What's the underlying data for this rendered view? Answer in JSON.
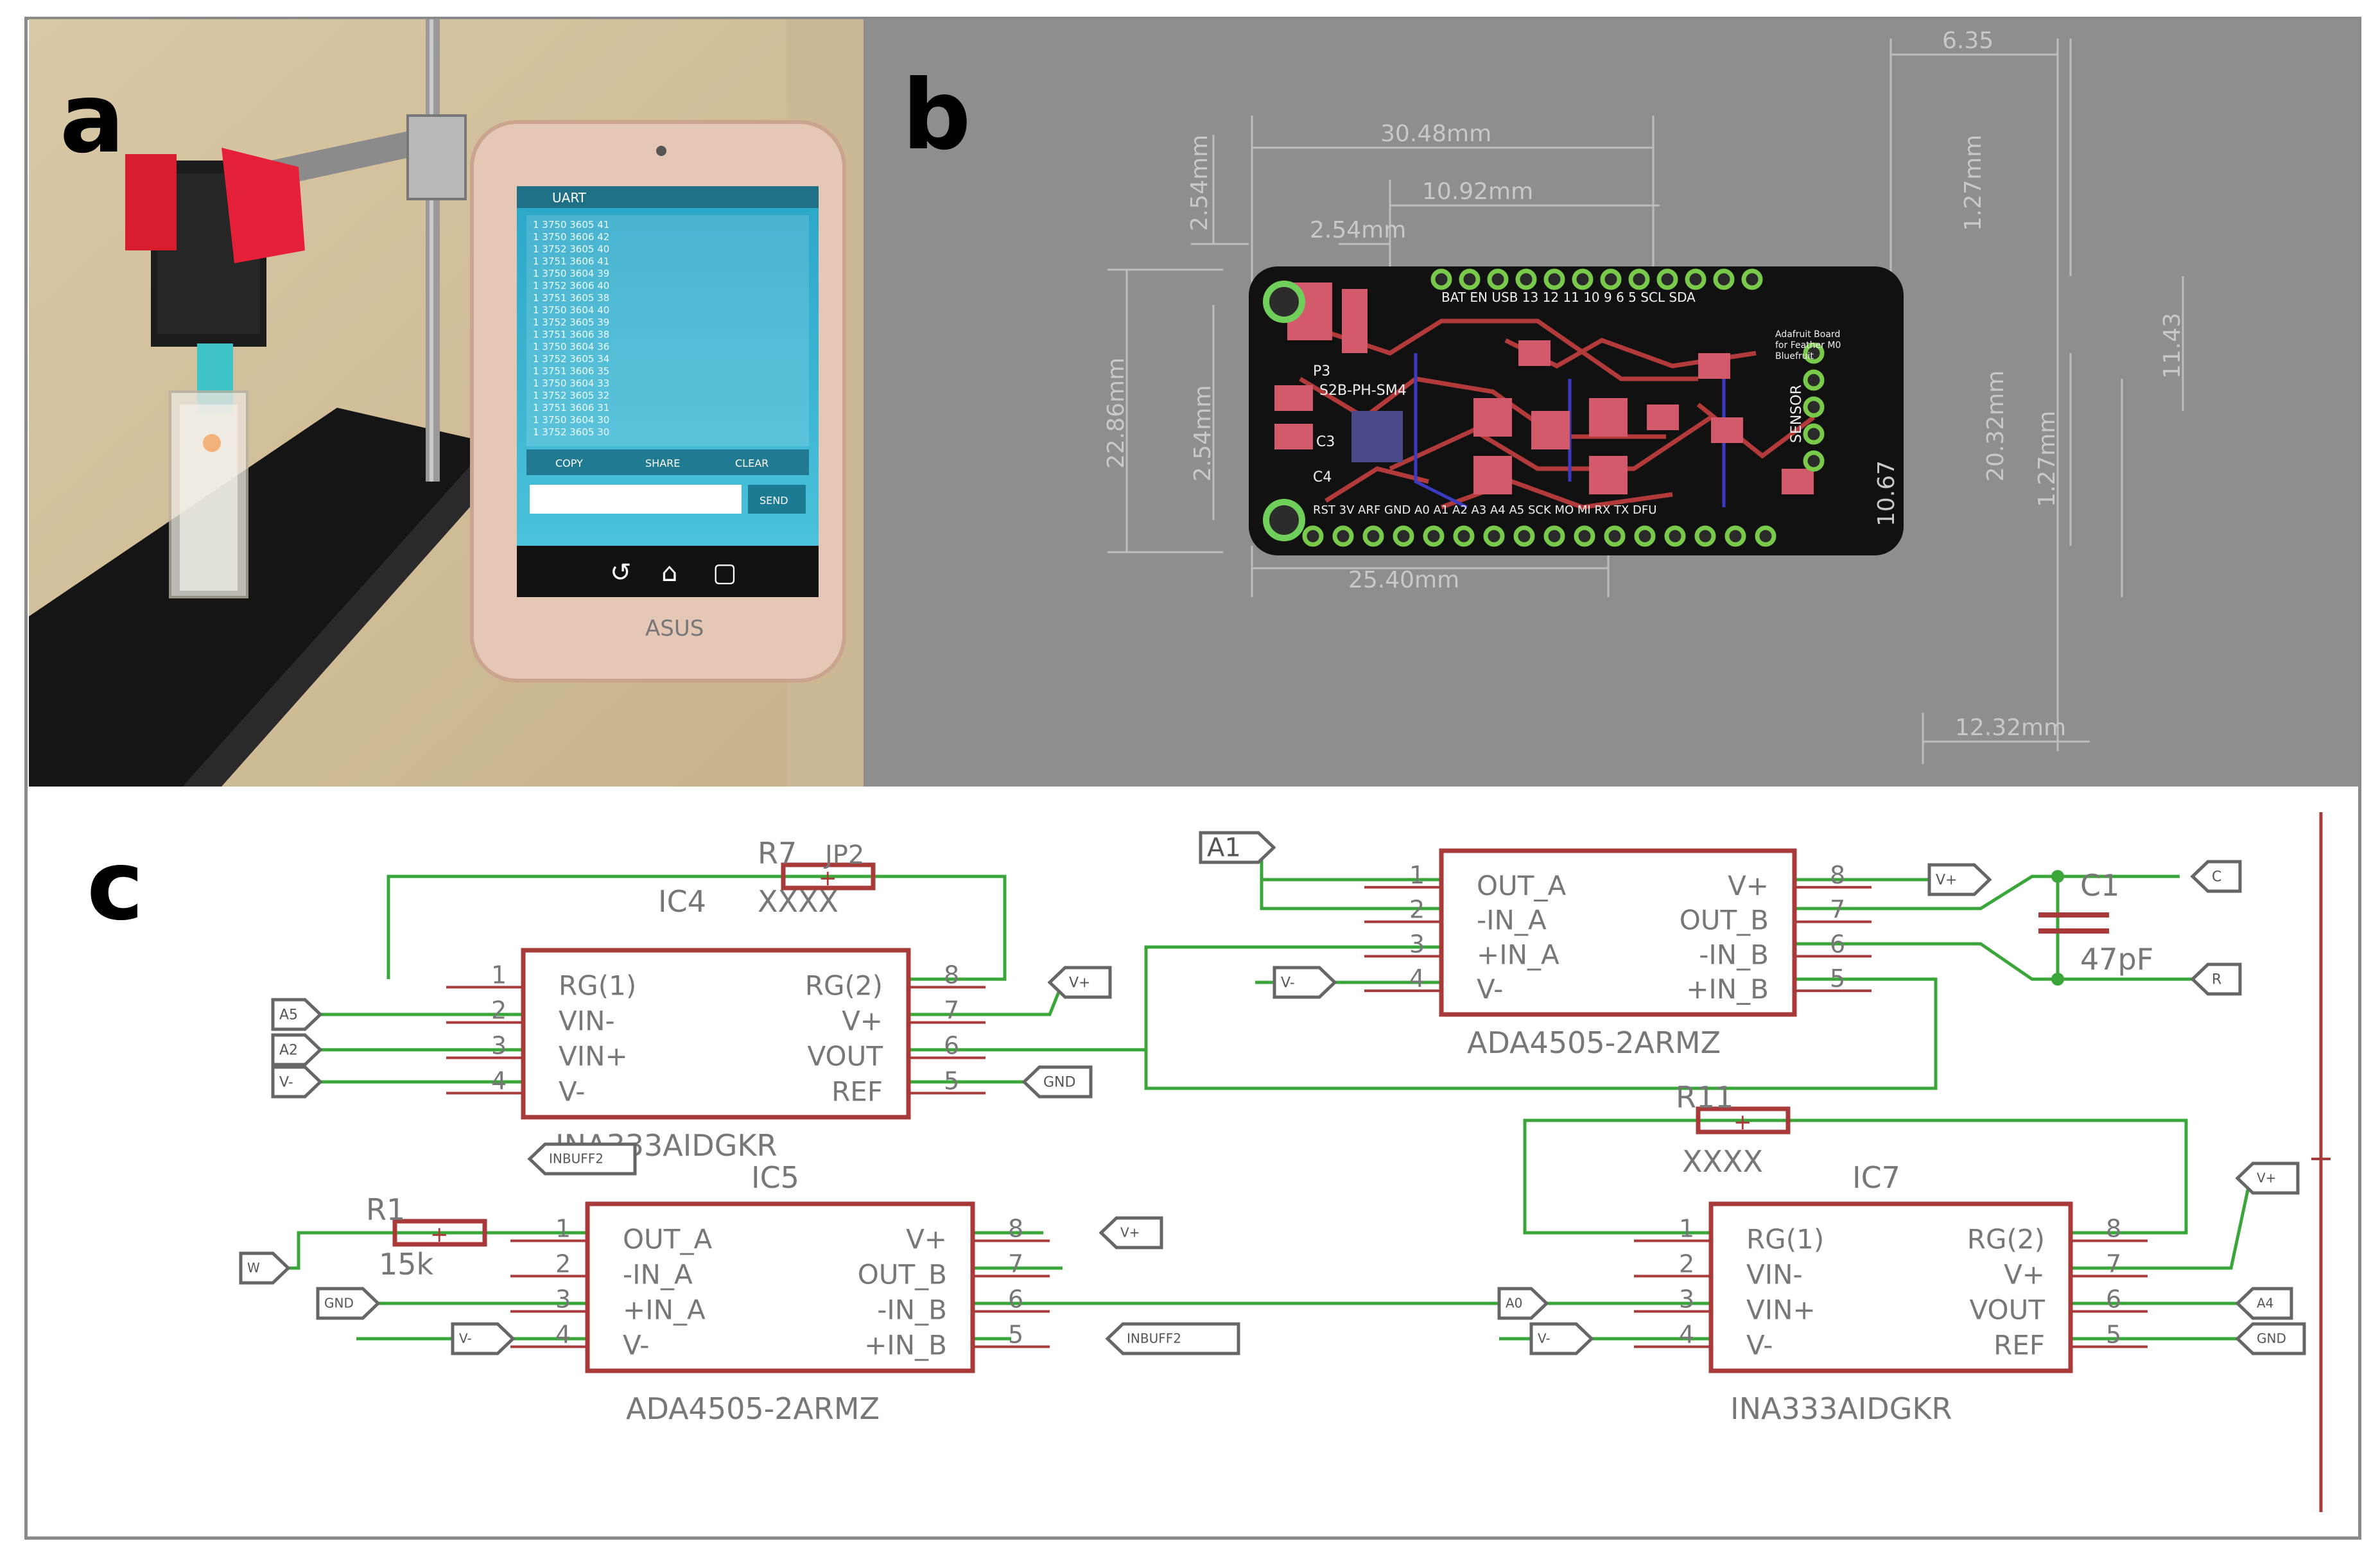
{
  "panels": {
    "a": "a",
    "b": "b",
    "c": "c"
  },
  "photo": {
    "phone_brand": "ASUS",
    "app_title": "UART",
    "buttons": [
      "COPY",
      "SHARE",
      "CLEAR"
    ],
    "send_label": "SEND",
    "readings": [
      "1 3750 3605 41",
      "1 3750 3606 42",
      "1 3752 3605 40",
      "1 3751 3606 41",
      "1 3750 3604 39",
      "1 3752 3606 40",
      "1 3751 3605 38",
      "1 3750 3604 40",
      "1 3752 3605 39",
      "1 3751 3606 38",
      "1 3750 3604 36",
      "1 3752 3605 34",
      "1 3751 3606 35",
      "1 3750 3604 33",
      "1 3752 3605 32",
      "1 3751 3606 31",
      "1 3750 3604 30",
      "1 3752 3605 30"
    ]
  },
  "pcb": {
    "dimensions": {
      "d_30_48": "30.48mm",
      "d_10_92": "10.92mm",
      "d_2_54_top": "2.54mm",
      "d_6_35": "6.35",
      "d_2_54_left": "2.54mm",
      "d_1_27_top": "1.27mm",
      "d_22_86": "22.86mm",
      "d_2_54_mid": "2.54mm",
      "d_11_43": "11.43",
      "d_20_32": "20.32mm",
      "d_1_27_bot": "1.27mm",
      "d_10_67": "10.67",
      "d_25_40": "25.40mm",
      "d_12_32": "12.32mm"
    },
    "board_labels": {
      "top_pins": "BAT  EN  USB  13  12  11  10  9  6  5  SCL  SDA",
      "bottom_pins": "RST  3V  ARF  GND  A0  A1  A2  A3  A4  A5  SCK  MO  MI  RX  TX  DFU",
      "sensor": "SENSOR",
      "p3": "P3",
      "c4": "C4",
      "c3": "C3",
      "jst": "S2B-PH-SM4",
      "brand_1": "Adafruit Board",
      "brand_2": "for Feather M0",
      "brand_3": "Bluefruit"
    }
  },
  "schematic": {
    "ic4": {
      "ref": "IC4",
      "part": "INA333AIDGKR",
      "left_pins": [
        "RG(1)",
        "VIN-",
        "VIN+",
        "V-"
      ],
      "right_pins": [
        "RG(2)",
        "V+",
        "VOUT",
        "REF"
      ],
      "left_nums": [
        "1",
        "2",
        "3",
        "4"
      ],
      "right_nums": [
        "8",
        "7",
        "6",
        "5"
      ],
      "r_ref": "R7",
      "r_val": "XXXX",
      "jp_label": "JP2"
    },
    "ic4_nets": {
      "a5": "A5",
      "a2": "A2",
      "vminus": "V-",
      "vplus": "V+",
      "gnd": "GND"
    },
    "top_amp": {
      "part": "ADA4505-2ARMZ",
      "left_pins": [
        "OUT_A",
        "-IN_A",
        "+IN_A",
        "V-"
      ],
      "right_pins": [
        "V+",
        "OUT_B",
        "-IN_B",
        "+IN_B"
      ],
      "left_nums": [
        "1",
        "2",
        "3",
        "4"
      ],
      "right_nums": [
        "8",
        "7",
        "6",
        "5"
      ],
      "a1": "A1",
      "vminus": "V-",
      "vplus": "V+",
      "cap_ref": "C1",
      "cap_val": "47pF",
      "c_tag": "C",
      "r_tag": "R"
    },
    "ic5": {
      "ref": "IC5",
      "part": "ADA4505-2ARMZ",
      "left_pins": [
        "OUT_A",
        "-IN_A",
        "+IN_A",
        "V-"
      ],
      "right_pins": [
        "V+",
        "OUT_B",
        "-IN_B",
        "+IN_B"
      ],
      "left_nums": [
        "1",
        "2",
        "3",
        "4"
      ],
      "right_nums": [
        "8",
        "7",
        "6",
        "5"
      ],
      "r_ref": "R1",
      "r_val": "15k",
      "net_in": "INBUFF2",
      "net_w": "W",
      "gnd": "GND",
      "vminus": "V-",
      "vplus": "V+"
    },
    "ic7": {
      "ref": "IC7",
      "part": "INA333AIDGKR",
      "left_pins": [
        "RG(1)",
        "VIN-",
        "VIN+",
        "V-"
      ],
      "right_pins": [
        "RG(2)",
        "V+",
        "VOUT",
        "REF"
      ],
      "left_nums": [
        "1",
        "2",
        "3",
        "4"
      ],
      "right_nums": [
        "8",
        "7",
        "6",
        "5"
      ],
      "r_ref": "R11",
      "r_val": "XXXX",
      "a0": "A0",
      "a4": "A4",
      "gnd": "GND",
      "vminus": "V-",
      "vplus": "V+"
    },
    "colors": {
      "part": "#a83a3a",
      "wire": "#3aa63a",
      "pin": "#a83a3a",
      "net": "#555555"
    }
  }
}
